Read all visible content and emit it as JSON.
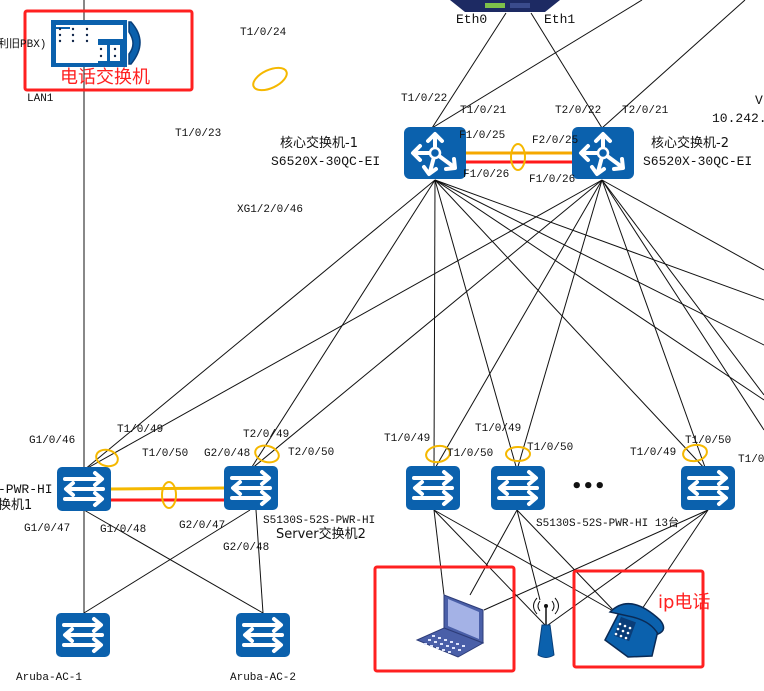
{
  "colors": {
    "device_blue": "#0b61ad",
    "device_blue_dark": "#0a4f8f",
    "lag_ring": "#f5b800",
    "stack_yellow": "#f5b800",
    "stack_red": "#ff1a1a",
    "highlight_box": "#ff2020",
    "link": "#111111"
  },
  "labels": {
    "pbx_left_text": "利旧PBX)",
    "pbx_caption": "电话交换机",
    "lan1": "LAN1",
    "t1_0_24": "T1/0/24",
    "t1_0_23": "T1/0/23",
    "xg1_2_0_46": "XG1/2/0/46",
    "eth0": "Eth0",
    "eth1": "Eth1",
    "t1_0_22": "T1/0/22",
    "t1_0_21": "T1/0/21",
    "t2_0_22": "T2/0/22",
    "t2_0_21": "T2/0/21",
    "v_partial": "V",
    "ip_partial": "10.242.",
    "f1_0_25": "F1/0/25",
    "f2_0_25": "F2/0/25",
    "f1_0_26_a": "F1/0/26",
    "f1_0_26_b": "F1/0/26",
    "core1_name": "核心交换机-1",
    "core1_model": "S6520X-30QC-EI",
    "core2_name": "核心交换机-2",
    "core2_model": "S6520X-30QC-EI",
    "g1_0_46": "G1/0/46",
    "t1_0_49_s1": "T1/0/49",
    "t1_0_50_s1": "T1/0/50",
    "g2_0_48_top": "G2/0/48",
    "t2_0_49": "T2/0/49",
    "t2_0_50": "T2/0/50",
    "srv1_model_partial": "-PWR-HI",
    "srv1_name_partial": "换机1",
    "g1_0_47": "G1/0/47",
    "g1_0_48": "G1/0/48",
    "g2_0_47": "G2/0/47",
    "g2_0_48_bottom": "G2/0/48",
    "srv2_model": "S5130S-52S-PWR-HI",
    "srv2_name": "Server交换机2",
    "acc1_t49": "T1/0/49",
    "acc1_t50": "T1/0/50",
    "acc2_t49": "T1/0/49",
    "acc2_t50": "T1/0/50",
    "accn_t49": "T1/0/49",
    "accn_t50": "T1/0/50",
    "right_partial": "T1/0",
    "ellipsis": "•••",
    "access_group": "S5130S-52S-PWR-HI 13台",
    "aruba1": "Aruba-AC-1",
    "aruba2": "Aruba-AC-2",
    "ip_phone": "ip电话"
  }
}
